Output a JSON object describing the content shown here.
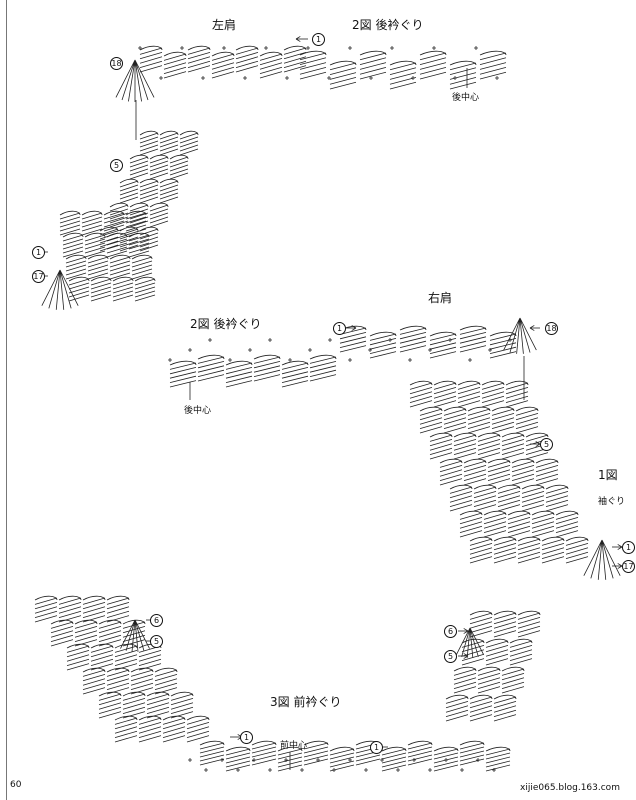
{
  "page": {
    "number": "60",
    "footer": "xijie065.blog.163.com"
  },
  "diagram_left": {
    "title": "2図 後衿ぐり",
    "shoulder": "左肩",
    "center_label": "後中心",
    "marks": {
      "top_right": "1",
      "top_left": "18",
      "middle": "5",
      "lower_a": "1",
      "lower_b": "17"
    }
  },
  "diagram_right": {
    "title": "2図 後衿ぐり",
    "shoulder": "右肩",
    "center_label": "後中心",
    "marks": {
      "top_left": "1",
      "top_right": "18",
      "middle": "5",
      "lower_a": "1",
      "lower_b": "17"
    },
    "side_title": "1図",
    "side_label": "袖ぐり"
  },
  "diagram_front": {
    "title": "3図 前衿ぐり",
    "center_label": "前中心",
    "marks": {
      "left_top": "6",
      "left_mid": "5",
      "left_low": "1",
      "right_top": "6",
      "right_mid": "5",
      "right_low": "1"
    }
  },
  "icons": {
    "arrow": "arrow-icon",
    "plus": "plus-stitch-icon"
  }
}
